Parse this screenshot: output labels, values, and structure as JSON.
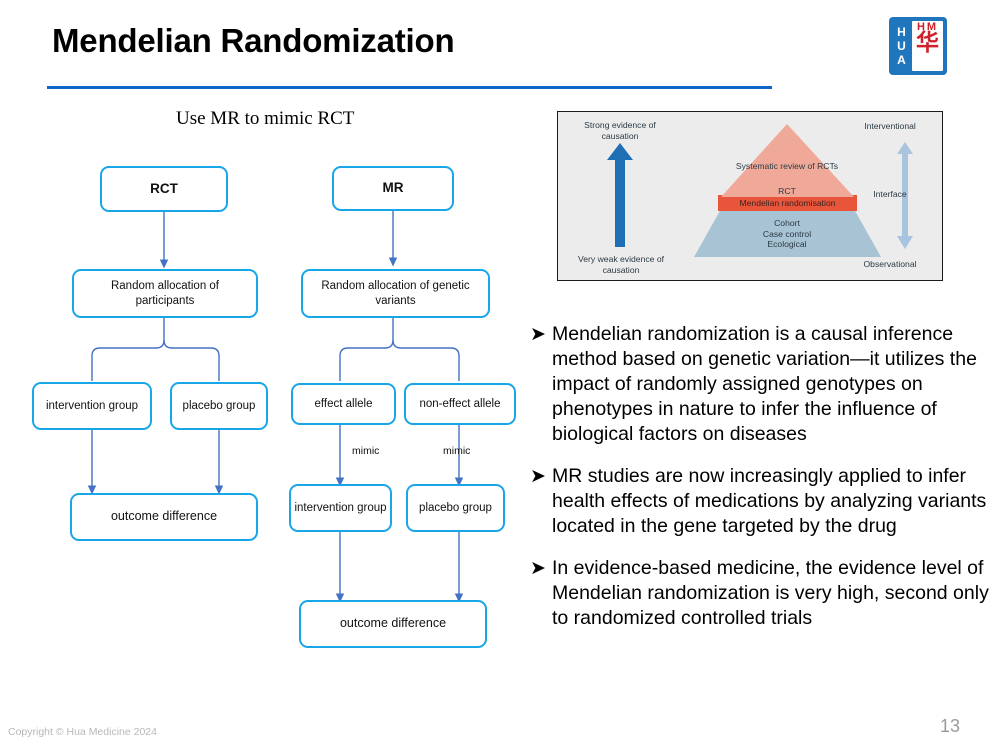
{
  "slide": {
    "title": "Mendelian Randomization",
    "page_number": "13",
    "copyright": "Copyright © Hua Medicine 2024",
    "accent_rule_color": "#1066C6"
  },
  "logo": {
    "left_letters": [
      "H",
      "U",
      "A"
    ],
    "right_letters": "HM",
    "chinese_mark": "华",
    "blue": "#1F76BC",
    "red": "#D0202A"
  },
  "flowchart": {
    "heading": "Use MR to mimic RCT",
    "border_color": "#19A6E8",
    "arrow_color": "#4472C4",
    "rct_column": {
      "root": "RCT",
      "allocation": "Random allocation of participants",
      "arm_left": "intervention group",
      "arm_right": "placebo group",
      "outcome": "outcome difference"
    },
    "mr_column": {
      "root": "MR",
      "allocation": "Random allocation of genetic variants",
      "allele_left": "effect allele",
      "allele_right": "non-effect allele",
      "mimic_left": "mimic",
      "mimic_right": "mimic",
      "arm_left": "intervention group",
      "arm_right": "placebo group",
      "outcome": "outcome difference"
    }
  },
  "figure": {
    "left_top": "Strong evidence of causation",
    "left_bottom": "Very weak evidence of causation",
    "right_top": "Interventional",
    "right_middle": "Interface",
    "right_bottom": "Observational",
    "pyramid_top": "Systematic review of RCTs",
    "pyramid_rct": "RCT",
    "pyramid_band": "Mendelian randomisation",
    "pyramid_bottom": "Cohort Case control Ecological",
    "pyramid_bottom_lines": [
      "Cohort",
      "Case control",
      "Ecological"
    ],
    "colors": {
      "background": "#ECECEC",
      "top_fill": "#F0A999",
      "band_fill": "#E8553A",
      "base_fill": "#A8C3D4",
      "left_arrow": "#1F6FB5",
      "right_arrow": "#A8C4DE"
    }
  },
  "bullets": [
    {
      "marker": "➤",
      "text": "Mendelian randomization is a causal inference method based on genetic variation—it utilizes the impact of randomly assigned genotypes on phenotypes in nature to infer the influence of biological factors on diseases"
    },
    {
      "marker": "➤",
      "text": "MR studies are now increasingly applied to infer health effects of medications by analyzing variants located in the gene targeted by the drug"
    },
    {
      "marker": "➤",
      "text": "In evidence-based medicine, the evidence level of Mendelian randomization is very high, second only to randomized controlled trials"
    }
  ]
}
